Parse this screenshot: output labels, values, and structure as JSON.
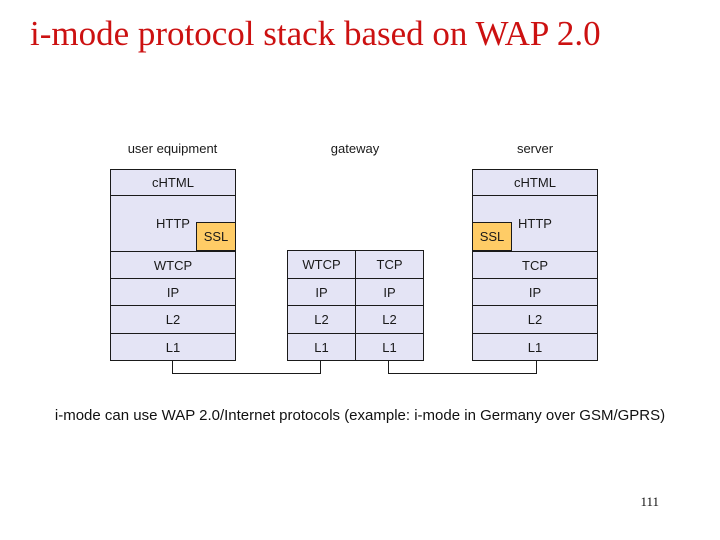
{
  "title": "i-mode protocol stack based on WAP 2.0",
  "caption": "i-mode can use WAP 2.0/Internet protocols (example: i-mode in Germany over GSM/GPRS)",
  "page_number": "111",
  "colors": {
    "title_red": "#cc1111",
    "layer_fill": "#e4e4f5",
    "ssl_fill": "#ffcc66",
    "border": "#1a1a1a",
    "background": "#ffffff"
  },
  "labels": {
    "user_equipment": "user equipment",
    "gateway": "gateway",
    "server": "server"
  },
  "stacks": {
    "user_equipment": {
      "layers": [
        "cHTML",
        "HTTP",
        "WTCP",
        "IP",
        "L2",
        "L1"
      ],
      "ssl": "SSL"
    },
    "gateway": {
      "left": [
        "WTCP",
        "IP",
        "L2",
        "L1"
      ],
      "right": [
        "TCP",
        "IP",
        "L2",
        "L1"
      ]
    },
    "server": {
      "layers": [
        "cHTML",
        "HTTP",
        "TCP",
        "IP",
        "L2",
        "L1"
      ],
      "ssl": "SSL"
    }
  }
}
